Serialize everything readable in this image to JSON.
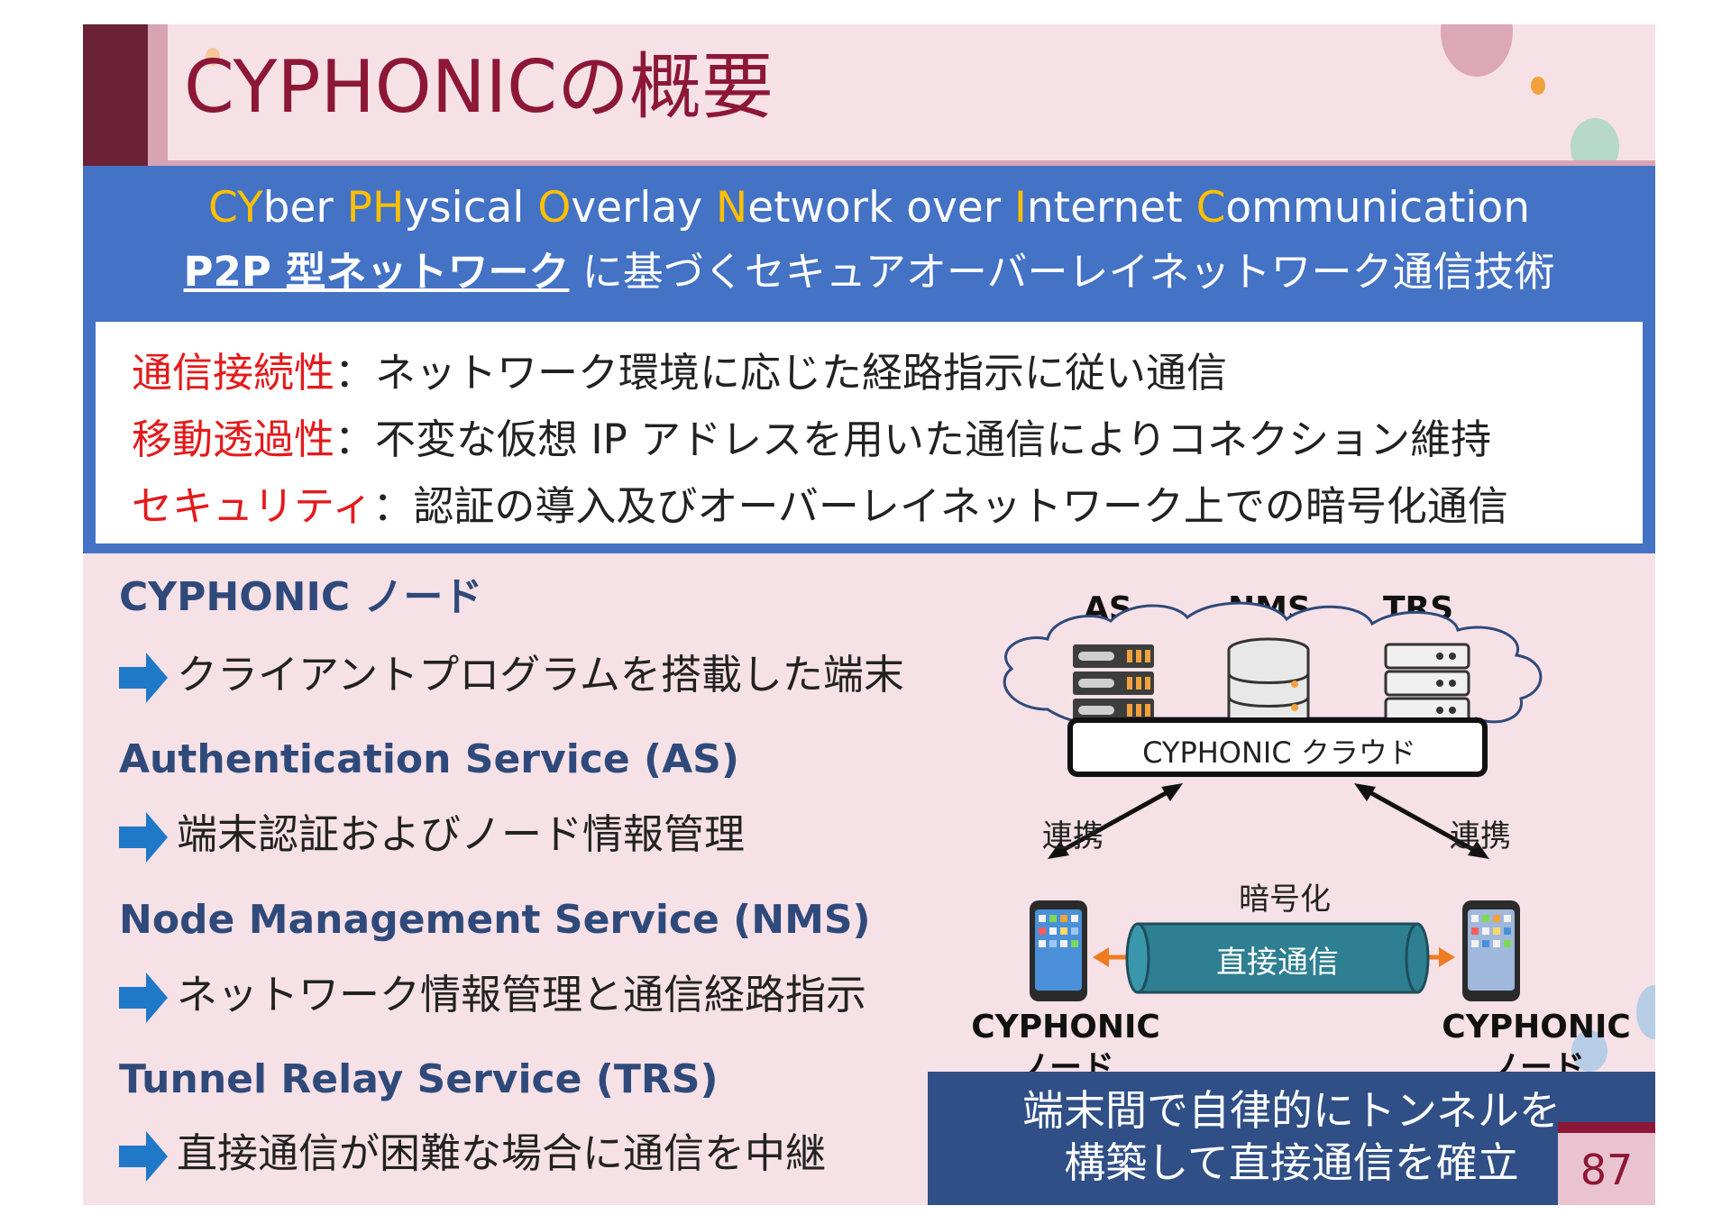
{
  "title": "CYPHONICの概要",
  "acronym": [
    {
      "hl": "CY",
      "rest": "ber "
    },
    {
      "hl": "PH",
      "rest": "ysical "
    },
    {
      "hl": "O",
      "rest": "verlay "
    },
    {
      "hl": "N",
      "rest": "etwork over "
    },
    {
      "hl": "I",
      "rest": "nternet "
    },
    {
      "hl": "C",
      "rest": "ommunication"
    }
  ],
  "subtitle": {
    "strong": "P2P 型ネットワーク",
    "rest": " に基づくセキュアオーバーレイネットワーク通信技術"
  },
  "features": [
    {
      "key": "通信接続性",
      "sep": "：",
      "text": "ネットワーク環境に応じた経路指示に従い通信"
    },
    {
      "key": "移動透過性",
      "sep": "：",
      "text": "不変な仮想 IP アドレスを用いた通信によりコネクション維持"
    },
    {
      "key": "セキュリティ",
      "sep": "：",
      "text": "認証の導入及びオーバーレイネットワーク上での暗号化通信"
    }
  ],
  "components": [
    {
      "heading": "CYPHONIC ノード",
      "desc": "クライアントプログラムを搭載した端末"
    },
    {
      "heading": "Authentication Service (AS)",
      "desc": "端末認証およびノード情報管理"
    },
    {
      "heading": "Node Management Service (NMS)",
      "desc": "ネットワーク情報管理と通信経路指示"
    },
    {
      "heading": "Tunnel Relay Service (TRS)",
      "desc": "直接通信が困難な場合に通信を中継"
    }
  ],
  "diagram": {
    "servers": [
      "AS",
      "NMS",
      "TRS"
    ],
    "cloud_label": "CYPHONIC クラウド",
    "link_left": "連携",
    "link_right": "連携",
    "encrypt_label": "暗号化",
    "tunnel_label": "直接通信",
    "node_left": [
      "CYPHONIC",
      "ノード"
    ],
    "node_right": [
      "CYPHONIC",
      "ノード"
    ]
  },
  "summary": [
    "端末間で自律的にトンネルを",
    "構築して直接通信を確立"
  ],
  "page_number": "87",
  "colors": {
    "title": "#8c1736",
    "panel_blue": "#4472c4",
    "highlight": "#ffc000",
    "feature_key": "#e41a1c",
    "heading": "#2f4a7a",
    "arrow": "#1f78c8",
    "summary_bg": "#2f4f86"
  }
}
